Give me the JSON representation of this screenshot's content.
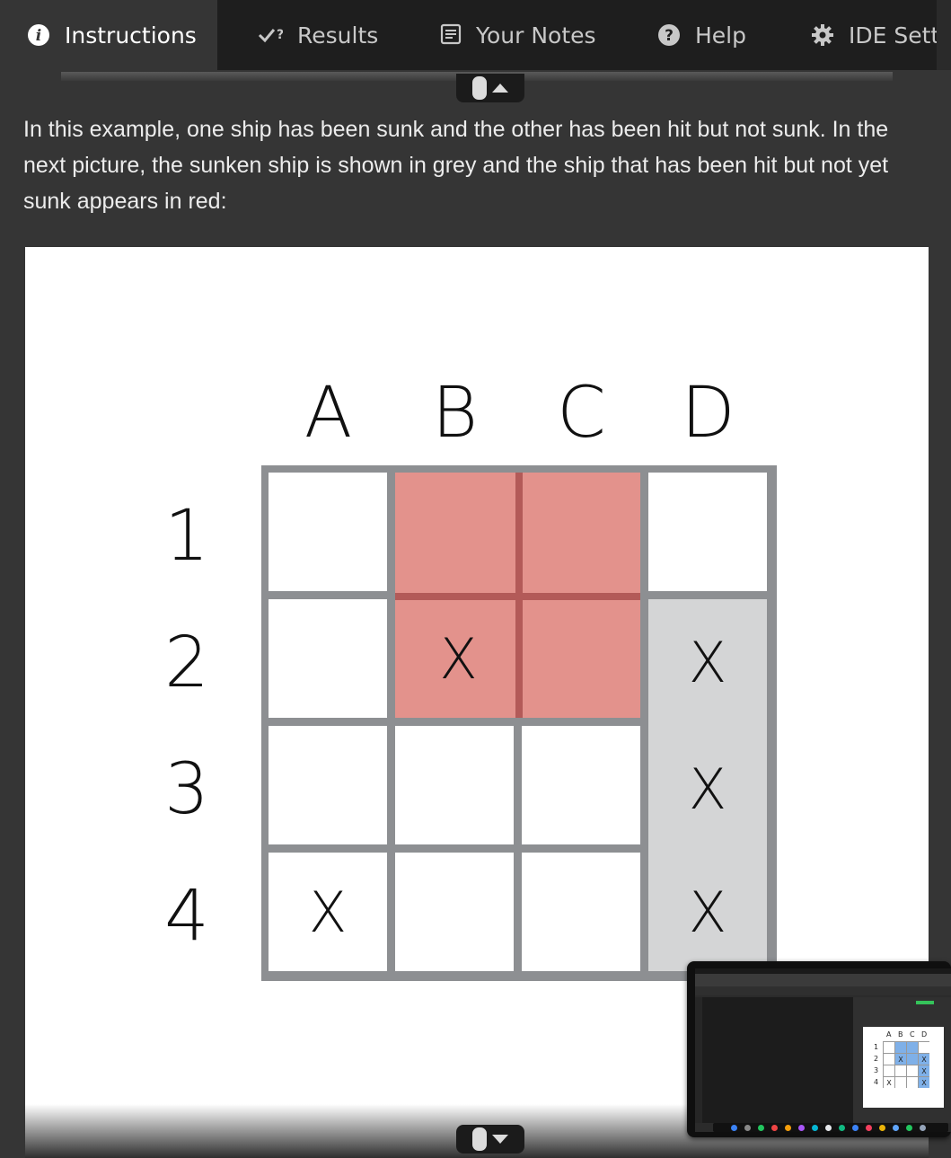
{
  "tabs": [
    {
      "label": "Instructions",
      "icon": "info-icon",
      "active": true
    },
    {
      "label": "Results",
      "icon": "check-question-icon",
      "active": false
    },
    {
      "label": "Your Notes",
      "icon": "notes-icon",
      "active": false
    },
    {
      "label": "Help",
      "icon": "help-icon",
      "active": false
    },
    {
      "label": "IDE Setti",
      "icon": "gear-icon",
      "active": false
    }
  ],
  "splitter": {
    "collapse_icon": "collapse-up-icon",
    "expand_icon": "expand-down-icon"
  },
  "instructions": {
    "paragraph": "In this example, one ship has been sunk and the other has been hit but not sunk. In the next picture, the sunken ship is shown in grey and the ship that has been hit but not yet sunk appears in red:"
  },
  "figure": {
    "columns": [
      "A",
      "B",
      "C",
      "D"
    ],
    "rows": [
      "1",
      "2",
      "3",
      "4"
    ],
    "cells": [
      [
        "",
        "",
        "",
        ""
      ],
      [
        "",
        "X",
        "",
        "X"
      ],
      [
        "",
        "",
        "",
        "X"
      ],
      [
        "X",
        "",
        "",
        "X"
      ]
    ],
    "cell_states": [
      [
        "empty",
        "hit",
        "hit",
        "empty"
      ],
      [
        "empty",
        "hit",
        "hit",
        "sunk"
      ],
      [
        "empty",
        "empty",
        "empty",
        "sunk"
      ],
      [
        "empty",
        "empty",
        "empty",
        "sunk"
      ]
    ],
    "colors": {
      "hit": "#e3928c",
      "sunk": "#d4d5d6",
      "grid": "#8d8f92",
      "hit_border": "#b35a58"
    }
  },
  "thumbnail": {
    "columns": [
      "A",
      "B",
      "C",
      "D"
    ],
    "rows": [
      "1",
      "2",
      "3",
      "4"
    ],
    "cells": [
      [
        "",
        "",
        "",
        ""
      ],
      [
        "",
        "X",
        "",
        "X"
      ],
      [
        "",
        "",
        "",
        "X"
      ],
      [
        "X",
        "",
        "",
        "X"
      ]
    ]
  }
}
